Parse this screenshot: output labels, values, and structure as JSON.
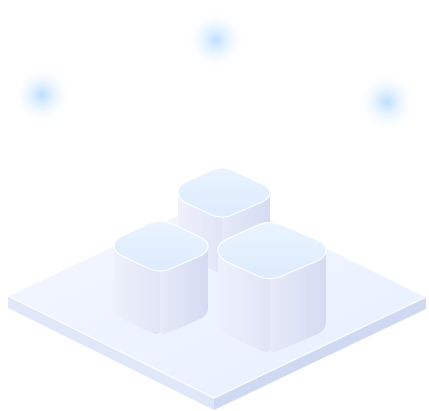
{
  "illustration": {
    "kind": "isometric-platform-with-three-cubes",
    "colors": {
      "background": "#ffffff",
      "platform_top": "#eef4ff",
      "platform_side_left": "#dfe8fa",
      "platform_side_right": "#d4def4",
      "cube_face_light": "#f2f5ff",
      "cube_face_mid": "#e3e8fb",
      "cube_top": "#e9f2ff",
      "beacon_glow": "#a9d3ff",
      "beacon_line": "#7fb1ea"
    },
    "beacons": [
      {
        "name": "left-beacon"
      },
      {
        "name": "center-beacon"
      },
      {
        "name": "right-beacon"
      }
    ]
  }
}
